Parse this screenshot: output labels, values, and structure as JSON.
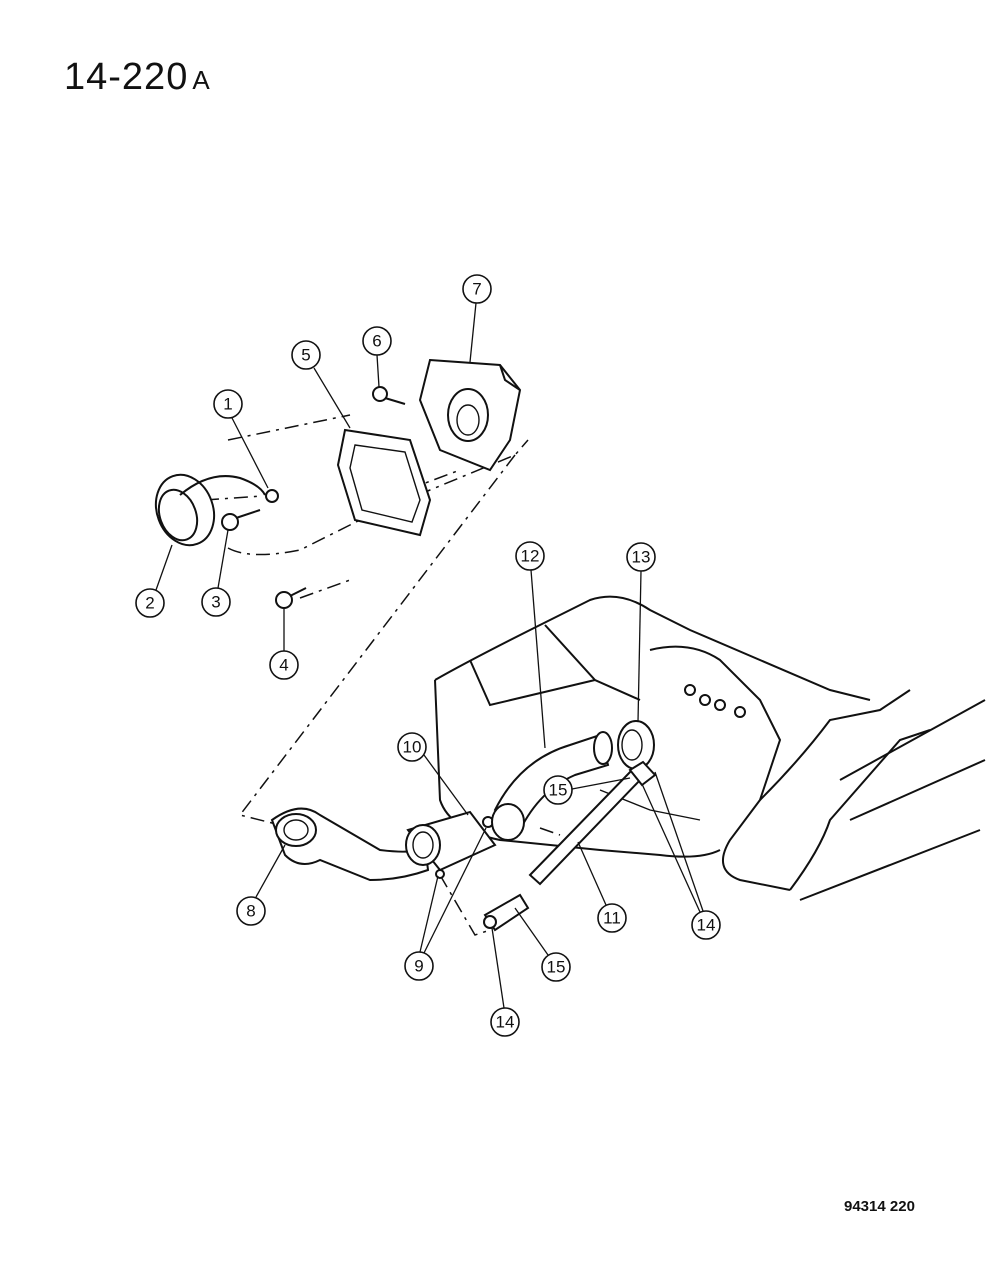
{
  "header": {
    "figure_number": "14-220",
    "figure_suffix": "A"
  },
  "footer": {
    "drawing_code": "94314  220"
  },
  "callouts": {
    "c1": "1",
    "c2": "2",
    "c3": "3",
    "c4": "4",
    "c5": "5",
    "c6": "6",
    "c7": "7",
    "c8": "8",
    "c9": "9",
    "c10": "10",
    "c11": "11",
    "c12": "12",
    "c13": "13",
    "c14a": "14",
    "c14b": "14",
    "c15a": "15",
    "c15b": "15"
  }
}
